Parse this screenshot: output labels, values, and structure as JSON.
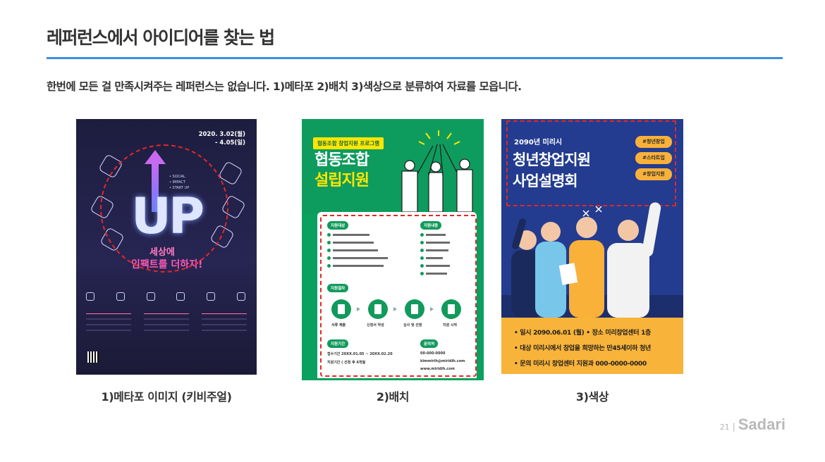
{
  "slide": {
    "title": "레퍼런스에서 아이디어를 찾는 법",
    "subtitle": "한번에 모든 걸 만족시켜주는 레퍼런스는 없습니다. 1)메타포  2)배치  3)색상으로 분류하여 자료를 모읍니다.",
    "accent_color": "#3a8fe3",
    "highlight_color": "#e02828"
  },
  "cards": [
    {
      "caption": "1)메타포 이미지 (키비주얼)",
      "poster": {
        "date": "2020. 3.02(월)",
        "date_end": "- 4.05(일)",
        "bullets": [
          "• SOCIAL",
          "• IMPACT",
          "• START UP"
        ],
        "big_text": "UP",
        "slogan_line1": "세상에",
        "slogan_line2": "임팩트를 더하자!"
      }
    },
    {
      "caption": "2)배치",
      "poster": {
        "tag": "협동조합 창업지원 프로그램",
        "heading1": "협동조합",
        "heading2": "설립지원",
        "section_target": "지원대상",
        "section_content": "지원내용",
        "section_process": "지원절차",
        "section_period": "지원기간",
        "section_contact": "문의처",
        "process_steps": [
          "서류 제출",
          "신청서 작성",
          "심사 및 선정",
          "지원 시작"
        ],
        "period_text": "접수기간  20XX.01.05 ~ 20XX.02.20",
        "period_sub": "지원기간  ( 선정 후 6개월",
        "contact_phone": "00-000-0000",
        "contact_email": "kimmirih@miridih.com",
        "contact_web": "www.miridih.com"
      }
    },
    {
      "caption": "3)색상",
      "poster": {
        "year": "2090년 미리시",
        "title_line1": "청년창업지원",
        "title_line2": "사업설명회",
        "hashtags": [
          "#청년창업",
          "#스타트업",
          "#창업지원"
        ],
        "row1": "• 일시  2090.06.01 (월)  • 장소  미리창업센터 1층",
        "row2": "• 대상  미리시에서 창업을 희망하는 만45세이하 청년",
        "row3": "• 문의  미리시 창업센터 지원과 000-0000-0000",
        "bg_color": "#233c8f",
        "band_color": "#f8b33a"
      }
    }
  ],
  "footer": {
    "page_number": "21",
    "separator": "|",
    "brand": "Sadari"
  }
}
